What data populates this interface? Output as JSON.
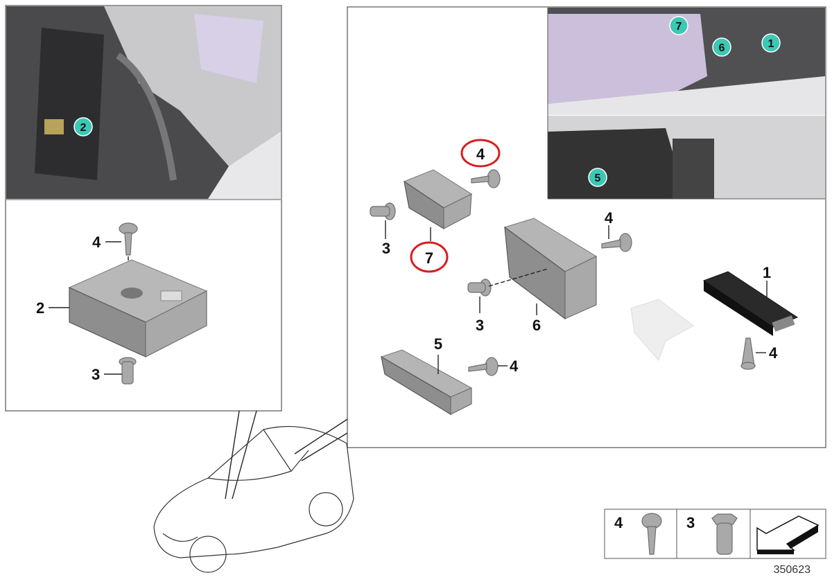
{
  "left_panel": {
    "photo_callout": "2",
    "labels": {
      "screw": "4",
      "module": "2",
      "nut": "3"
    }
  },
  "right_panel": {
    "photo_callouts": {
      "c7": "7",
      "c6": "6",
      "c1": "1",
      "c5": "5"
    },
    "labels": {
      "screw_top_highlighted": "4",
      "nut_left": "3",
      "module_highlighted": "7",
      "screw_mid": "4",
      "nut_mid": "3",
      "module_6": "6",
      "module_1": "1",
      "screw_right": "4",
      "module_5": "5",
      "screw_bottom": "4"
    }
  },
  "legend": {
    "items": [
      {
        "number": "4",
        "part": "screw"
      },
      {
        "number": "3",
        "part": "nut"
      }
    ],
    "arrow_icon": "direction-arrow-icon"
  },
  "diagram_id": "350623",
  "colors": {
    "callout_teal": "#3cc8b4",
    "highlight_red": "#d81e1e"
  }
}
